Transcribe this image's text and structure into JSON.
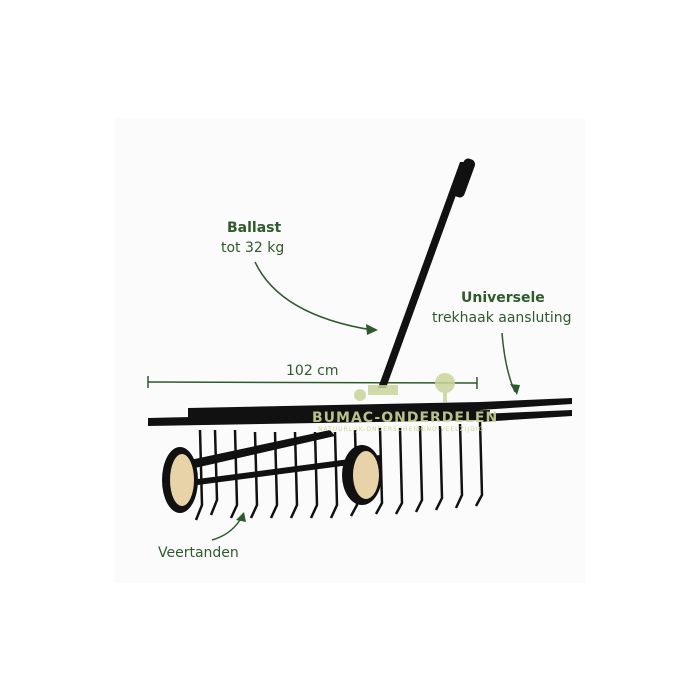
{
  "labels": {
    "ballast_title": "Ballast",
    "ballast_sub": "tot 32 kg",
    "hitch_title": "Universele",
    "hitch_sub": "trekhaak aansluting",
    "width": "102 cm",
    "tines": "Veertanden"
  },
  "watermark": {
    "brand": "BUMAC-ONDERDELEN",
    "tagline": "NATUURLIJK-ONDERSCHEIDEND-VEELZIJDIG"
  },
  "colors": {
    "accent": "#2f5a2c",
    "frame": "#111111",
    "wheel": "#e8d3a8"
  }
}
